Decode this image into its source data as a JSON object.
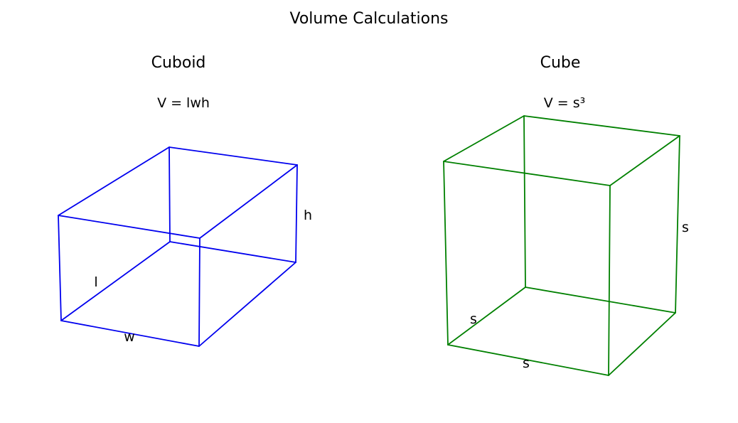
{
  "figure": {
    "title": "Volume Calculations"
  },
  "panels": [
    {
      "title": "Cuboid",
      "formula": "V = lwh",
      "color": "#0000ee",
      "labels": {
        "length": "l",
        "width": "w",
        "height": "h"
      }
    },
    {
      "title": "Cube",
      "formula": "V = s³",
      "color": "#008000",
      "labels": {
        "length": "s",
        "width": "s",
        "height": "s"
      }
    }
  ]
}
